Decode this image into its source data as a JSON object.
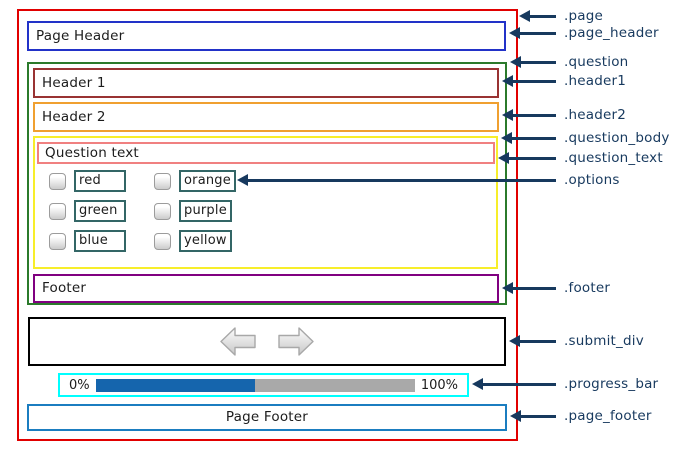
{
  "colors": {
    "canvas_bg": "#ffffff",
    "text": "#1c1c1c",
    "page": "#e10000",
    "page_header": "#2232c8",
    "question": "#2b7a2b",
    "header1": "#993333",
    "header2": "#f0a030",
    "question_body": "#f7ee2a",
    "question_text": "#f08080",
    "option_label": "#336666",
    "checkbox_border": "#9c9c9c",
    "footer": "#800080",
    "submit": "#000000",
    "progress_border": "#00ffff",
    "progress_fill": "#1565ad",
    "progress_track": "#a9a9a9",
    "page_footer": "#1b7dc0",
    "annotation": "#17395e"
  },
  "page": {
    "header_text": "Page Header",
    "footer_text": "Page Footer"
  },
  "question": {
    "header1": "Header 1",
    "header2": "Header 2",
    "text": "Question text",
    "footer": "Footer",
    "options": [
      "red",
      "orange",
      "green",
      "purple",
      "blue",
      "yellow"
    ]
  },
  "progress": {
    "left_label": "0%",
    "right_label": "100%",
    "fill_width": "50%"
  },
  "annotations": [
    ".page",
    ".page_header",
    ".question",
    ".header1",
    ".header2",
    ".question_body",
    ".question_text",
    ".options",
    ".footer",
    ".submit_div",
    ".progress_bar",
    ".page_footer"
  ]
}
